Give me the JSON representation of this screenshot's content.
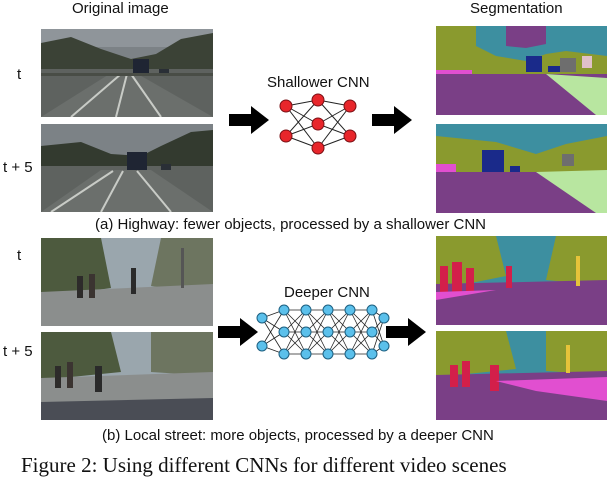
{
  "headers": {
    "original": "Original image",
    "segmentation": "Segmentation"
  },
  "highway": {
    "row1_label": "t",
    "row2_label": "t + 5",
    "network_label": "Shallower CNN",
    "caption": "(a)  Highway: fewer objects, processed by a shallower CNN"
  },
  "street": {
    "row1_label": "t",
    "row2_label": "t + 5",
    "network_label": "Deeper CNN",
    "caption": "(b) Local street: more objects, processed by a deeper CNN"
  },
  "figure_caption": "Figure 2: Using different CNNs for different video scenes",
  "colors": {
    "shallow_node": "#e8262b",
    "deep_node": "#5bc0eb",
    "road": "#7a3f86",
    "vegetation": "#8a9a2e",
    "sky": "#3d8fa0",
    "building": "#6e6e6e",
    "person": "#d31f4a",
    "sidewalk": "#e14fd0",
    "terrain": "#b8e6a0",
    "car": "#1a2a8a"
  }
}
